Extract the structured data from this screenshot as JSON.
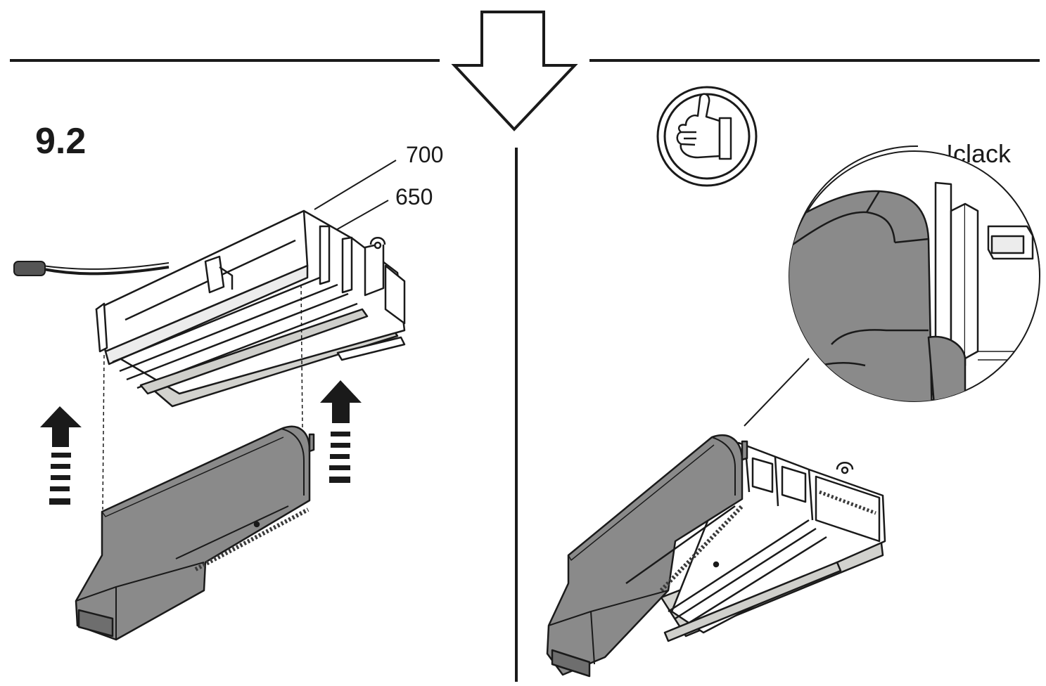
{
  "step": {
    "number": "9.2"
  },
  "callouts": [
    {
      "id": "700",
      "text": "700"
    },
    {
      "id": "650",
      "text": "650"
    }
  ],
  "detail": {
    "sound_text": "!clack"
  },
  "icons": {
    "direction": "down-arrow-icon",
    "confirm": "thumbs-up-icon",
    "push_up": "arrow-up-icon"
  },
  "colors": {
    "line": "#1a1a1a",
    "part_fill": "#8a8a8a",
    "part_dark": "#6e6e6e",
    "panel_fill": "#d2d2ce",
    "background": "#ffffff"
  }
}
